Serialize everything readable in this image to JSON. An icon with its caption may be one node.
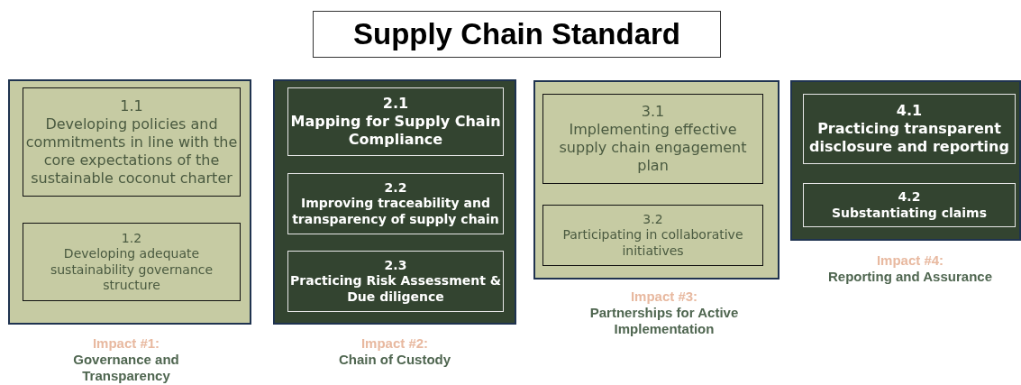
{
  "diagram": {
    "title": "Supply Chain Standard",
    "nodes": [
      {
        "text": [],
        "shape": "box",
        "beside": [
          "Impact #1:",
          "Governance and Transparency"
        ]
      },
      {
        "text": [
          "1.1",
          "Developing policies and commitments in line with the core expectations of the sustainable coconut charter"
        ],
        "in": 0
      },
      {
        "text": [
          "1.2",
          "Developing adequate sustainability governance structure"
        ],
        "in": 0
      },
      {
        "text": [],
        "shape": "box",
        "beside": [
          "Impact #2:",
          "Chain of Custody"
        ]
      },
      {
        "text": [
          "2.1",
          "Mapping for Supply Chain Compliance"
        ],
        "in": 3
      },
      {
        "text": [
          "2.2",
          "Improving traceability and transparency of supply chain"
        ],
        "in": 3
      },
      {
        "text": [
          "2.3",
          "Practicing Risk Assessment & Due diligence"
        ],
        "in": 3
      },
      {
        "text": [],
        "shape": "box",
        "beside": [
          "Impact #3:",
          "Partnerships for Active Implementation"
        ]
      },
      {
        "text": [
          "3.1",
          "Implementing effective supply chain engagement plan"
        ],
        "in": 7
      },
      {
        "text": [
          "3.2",
          "Participating in collaborative initiatives"
        ],
        "in": 7
      },
      {
        "text": [],
        "shape": "box",
        "beside": [
          "Impact #4:",
          "Reporting and Assurance"
        ]
      },
      {
        "text": [
          "4.1",
          "Practicing transparent disclosure and reporting"
        ],
        "in": 10
      },
      {
        "text": [
          "4.2",
          "Substantiating claims"
        ],
        "in": 10
      }
    ]
  }
}
